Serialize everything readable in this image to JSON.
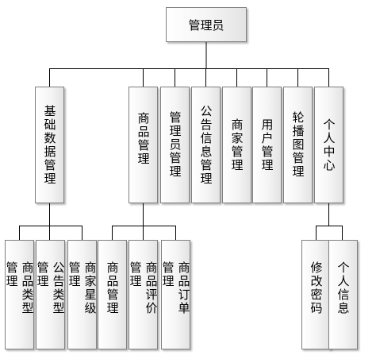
{
  "root": {
    "label": "管理员"
  },
  "level1": [
    {
      "label": "基础数据管理"
    },
    {
      "label": "商品管理"
    },
    {
      "label": "管理员管理"
    },
    {
      "label": "公告信息管理"
    },
    {
      "label": "商家管理"
    },
    {
      "label": "用户管理"
    },
    {
      "label": "轮播图管理"
    },
    {
      "label": "个人中心"
    }
  ],
  "basic_children": [
    {
      "label": "商品类型管理"
    },
    {
      "label": "公告类型管理"
    },
    {
      "label": "商家星级管理"
    }
  ],
  "goods_children": [
    {
      "label": "商品管理"
    },
    {
      "label": "商品评价管理"
    },
    {
      "label": "商品订单管理"
    }
  ],
  "center_children": [
    {
      "label": "修改密码"
    },
    {
      "label": "个人信息"
    }
  ]
}
